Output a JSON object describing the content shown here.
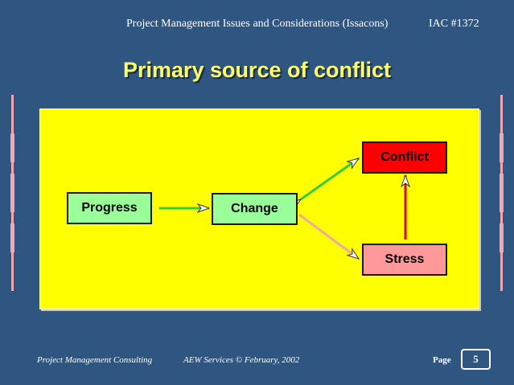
{
  "header": {
    "title": "Project Management Issues and Considerations (Issacons)",
    "id": "IAC #1372"
  },
  "slide": {
    "title": "Primary source of conflict"
  },
  "diagram": {
    "nodes": {
      "progress": "Progress",
      "change": "Change",
      "conflict": "Conflict",
      "stress": "Stress"
    },
    "edges": [
      {
        "from": "Progress",
        "to": "Change",
        "color": "#33cc33"
      },
      {
        "from": "Change",
        "to": "Conflict",
        "color": "#33cc33",
        "bidirectional": true
      },
      {
        "from": "Change",
        "to": "Stress",
        "color": "#f4a6a6"
      },
      {
        "from": "Stress",
        "to": "Conflict",
        "color": "#e60000"
      }
    ],
    "colors": {
      "panel": "#ffff00",
      "progress_fill": "#99ff99",
      "change_fill": "#99ff99",
      "conflict_fill": "#ff0000",
      "stress_fill": "#ff9999"
    }
  },
  "footer": {
    "company": "Project Management Consulting",
    "credit": "AEW  Services © February, 2002",
    "page_label": "Page",
    "page_number": "5"
  },
  "colors": {
    "background": "#2f5581",
    "title": "#ffff66",
    "accent_bars": "#f4a6b0"
  }
}
